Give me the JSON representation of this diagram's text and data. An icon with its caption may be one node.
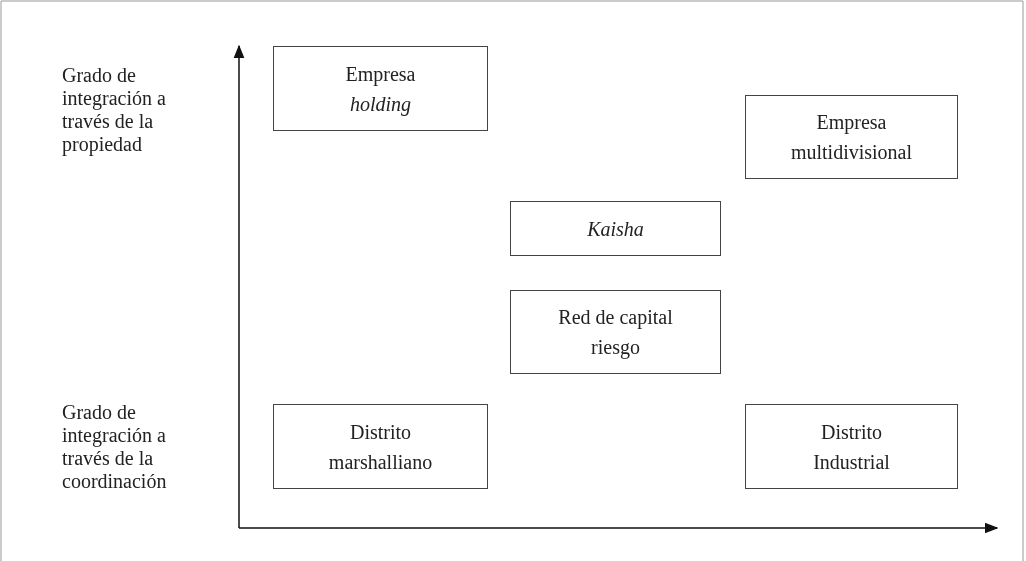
{
  "diagram": {
    "nodes": [
      {
        "text": [
          "Empresa *holding*"
        ]
      },
      {
        "text": [
          "Empresa multidivisional"
        ]
      },
      {
        "text": [
          "Kaisha"
        ]
      },
      {
        "text": [
          "Red de capital riesgo"
        ]
      },
      {
        "text": [
          "Distrito marshalliano"
        ]
      },
      {
        "text": [
          "Distrito Industrial"
        ]
      }
    ],
    "labels": [
      "Grado de integración a través de la propiedad",
      "Grado de integración a través de la coordinación"
    ]
  }
}
